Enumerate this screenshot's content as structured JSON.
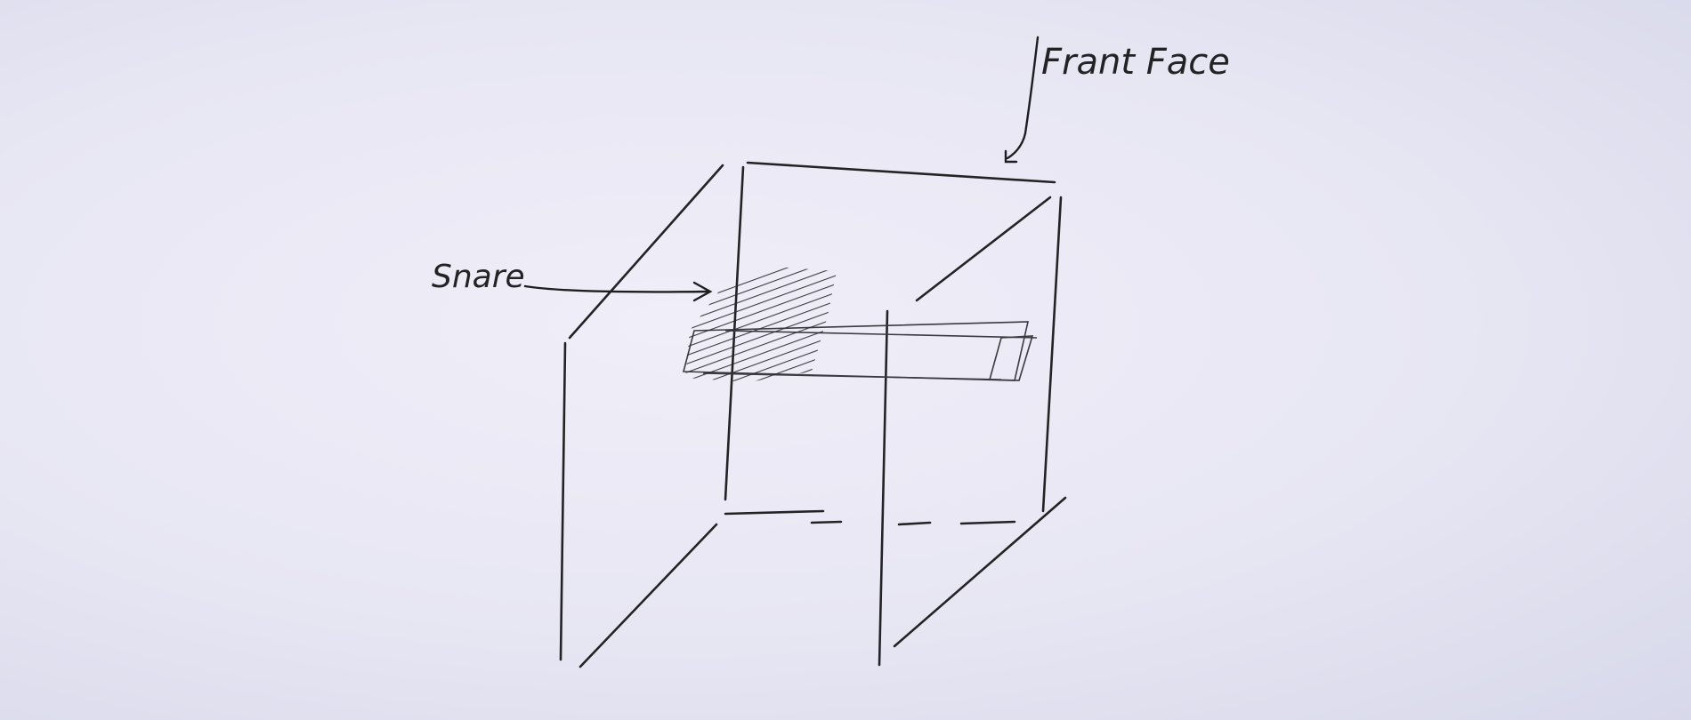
{
  "labels": {
    "front_face": "Frant Face",
    "snare": "Snare"
  },
  "colors": {
    "paper": "#e6e5f2",
    "ink": "#232326"
  },
  "shapes": [
    "cube-wireframe",
    "snare-bar",
    "shaded-region",
    "pointer-arrow"
  ]
}
